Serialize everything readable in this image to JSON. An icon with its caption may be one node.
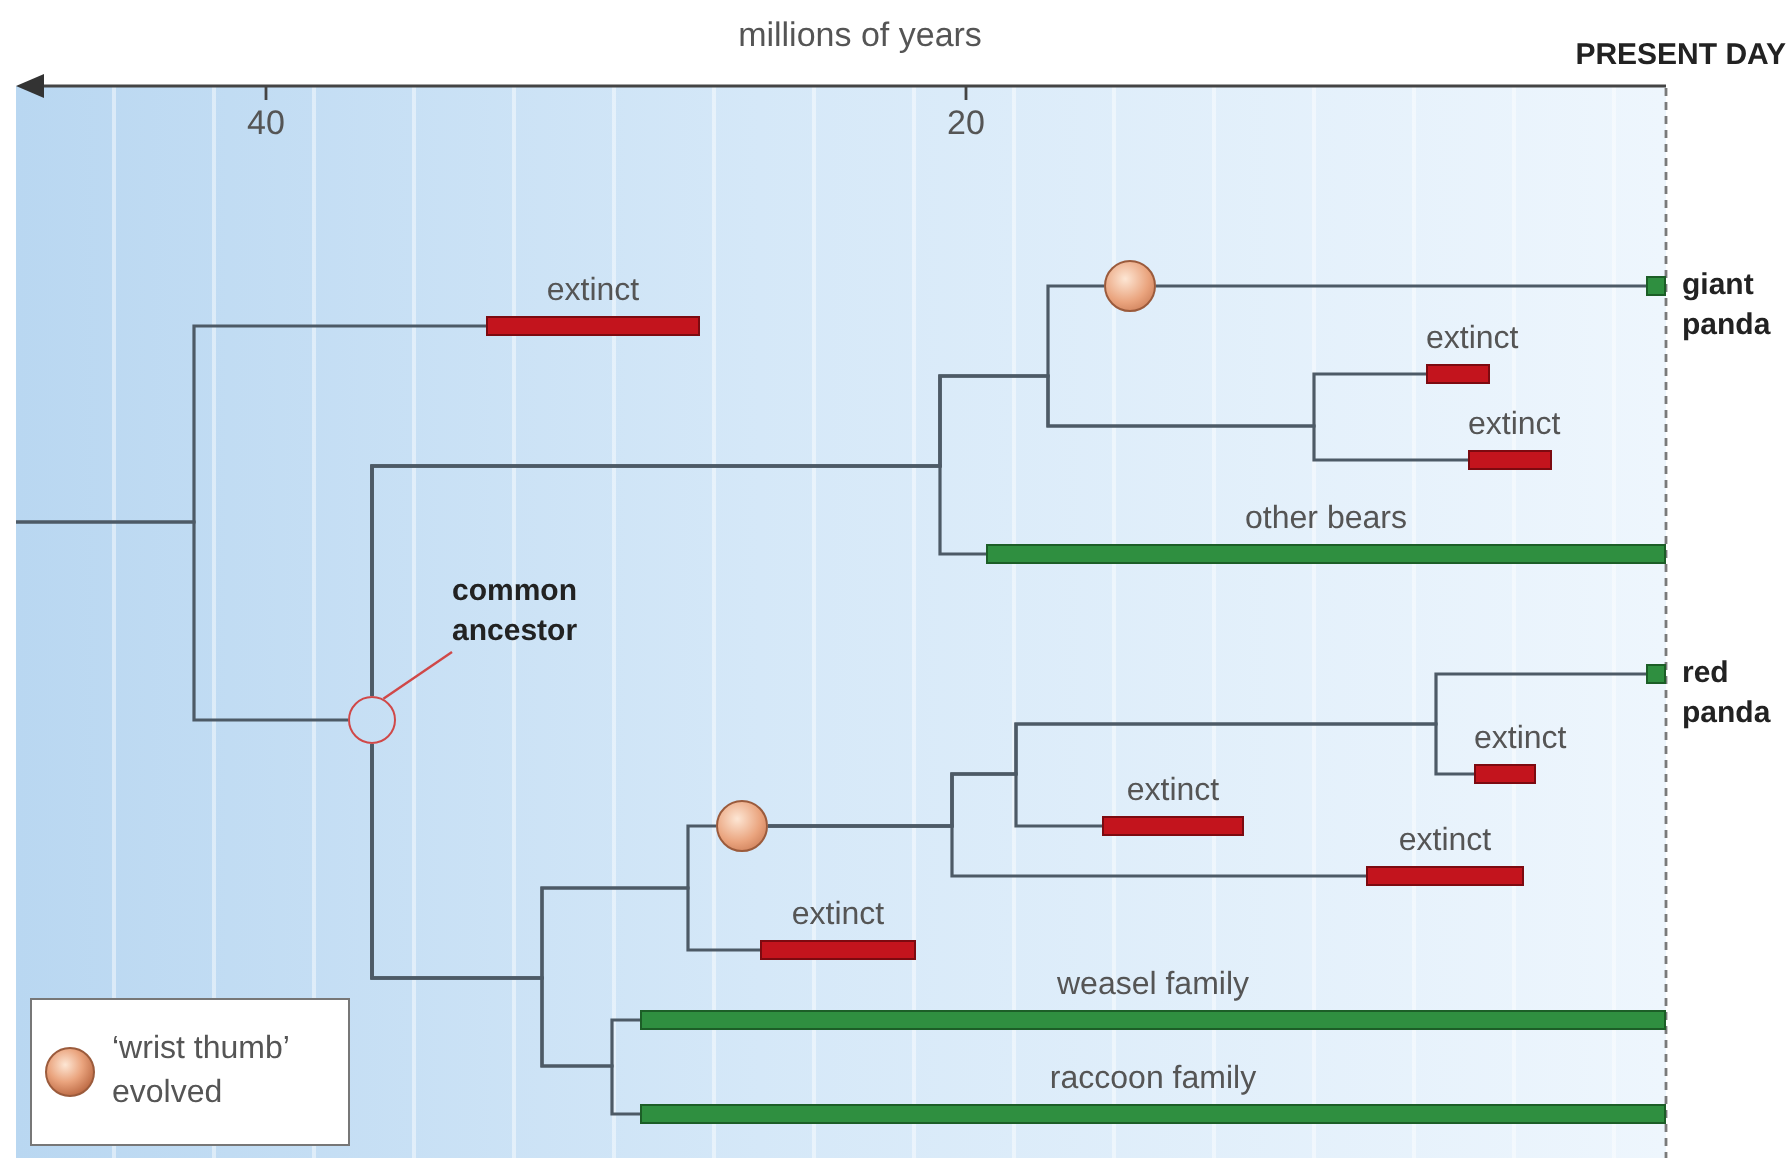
{
  "diagram": {
    "nodes": [
      {
        "text": [
          "extinct"
        ]
      },
      {
        "text": [
          "common ancestor"
        ]
      },
      {
        "text": [],
        "shape": "circle"
      },
      {
        "text": [],
        "shape": "circle"
      },
      {
        "text": [
          "giant panda"
        ]
      },
      {
        "text": [
          "extinct"
        ]
      },
      {
        "text": [
          "extinct"
        ]
      },
      {
        "text": [
          "other bears"
        ]
      },
      {
        "text": [],
        "shape": "circle"
      },
      {
        "text": [
          "red panda"
        ]
      },
      {
        "text": [
          "extinct"
        ]
      },
      {
        "text": [
          "extinct"
        ]
      },
      {
        "text": [
          "extinct"
        ]
      },
      {
        "text": [
          "extinct"
        ]
      },
      {
        "text": [
          "weasel family"
        ]
      },
      {
        "text": [
          "raccoon family"
        ]
      }
    ],
    "edges": [
      {
        "from": null,
        "to": 0,
        "arrow": "none"
      },
      {
        "from": null,
        "to": 2,
        "arrow": "none"
      },
      {
        "from": 1,
        "to": 2,
        "arrow": "none",
        "color": "#d04848"
      },
      {
        "from": 2,
        "to": 3,
        "arrow": "none"
      },
      {
        "from": 3,
        "to": 4,
        "arrow": "none"
      },
      {
        "from": 2,
        "to": 5,
        "arrow": "none"
      },
      {
        "from": 2,
        "to": 6,
        "arrow": "none"
      },
      {
        "from": 2,
        "to": 7,
        "arrow": "none"
      },
      {
        "from": 2,
        "to": 8,
        "arrow": "none"
      },
      {
        "from": 8,
        "to": 9,
        "arrow": "none"
      },
      {
        "from": 8,
        "to": 10,
        "arrow": "none"
      },
      {
        "from": 8,
        "to": 11,
        "arrow": "none"
      },
      {
        "from": 8,
        "to": 12,
        "arrow": "none"
      },
      {
        "from": 2,
        "to": 13,
        "arrow": "none"
      },
      {
        "from": 2,
        "to": 14,
        "arrow": "none"
      },
      {
        "from": 2,
        "to": 15,
        "arrow": "none"
      }
    ],
    "labels": [
      "millions of years",
      "PRESENT DAY",
      "40",
      "20"
    ],
    "legend": [
      {
        "text": "‘wrist thumb’ evolved"
      }
    ]
  }
}
